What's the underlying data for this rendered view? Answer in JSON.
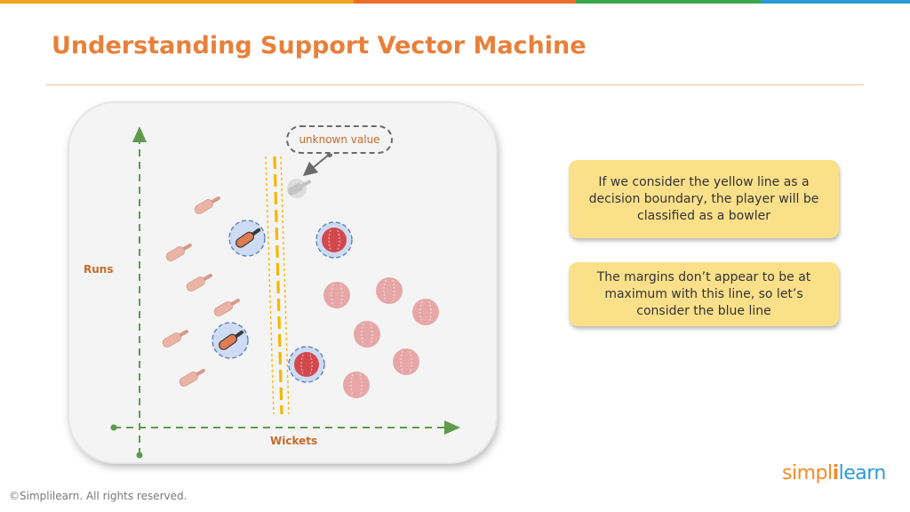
{
  "header": {
    "title": "Understanding Support Vector Machine",
    "topbar_colors": [
      "#f7a51c",
      "#ee6d2b",
      "#3aa84a",
      "#2b9ad6"
    ]
  },
  "diagram": {
    "y_axis_label": "Runs",
    "x_axis_label": "Wickets",
    "unknown_label": "unknown value",
    "colors": {
      "axis": "#5e9a4c",
      "boundary": "#f5b800",
      "bat_light": "#eab3a6",
      "bat_dark": "#e07b52",
      "ball_light": "#e7a7a7",
      "ball_dark": "#d2494d",
      "support_ring": "#b7cdef",
      "unknown_bat": "#cfcfcf"
    }
  },
  "notes": [
    {
      "text": "If we consider the yellow line as a decision boundary, the player will be classified as a bowler"
    },
    {
      "text": "The margins don’t appear to be at maximum with this line, so let’s consider the blue line"
    }
  ],
  "footer": {
    "copyright": "©Simplilearn. All rights reserved."
  },
  "logo": {
    "part1": "simpl",
    "part2": "i",
    "part3": "learn"
  }
}
